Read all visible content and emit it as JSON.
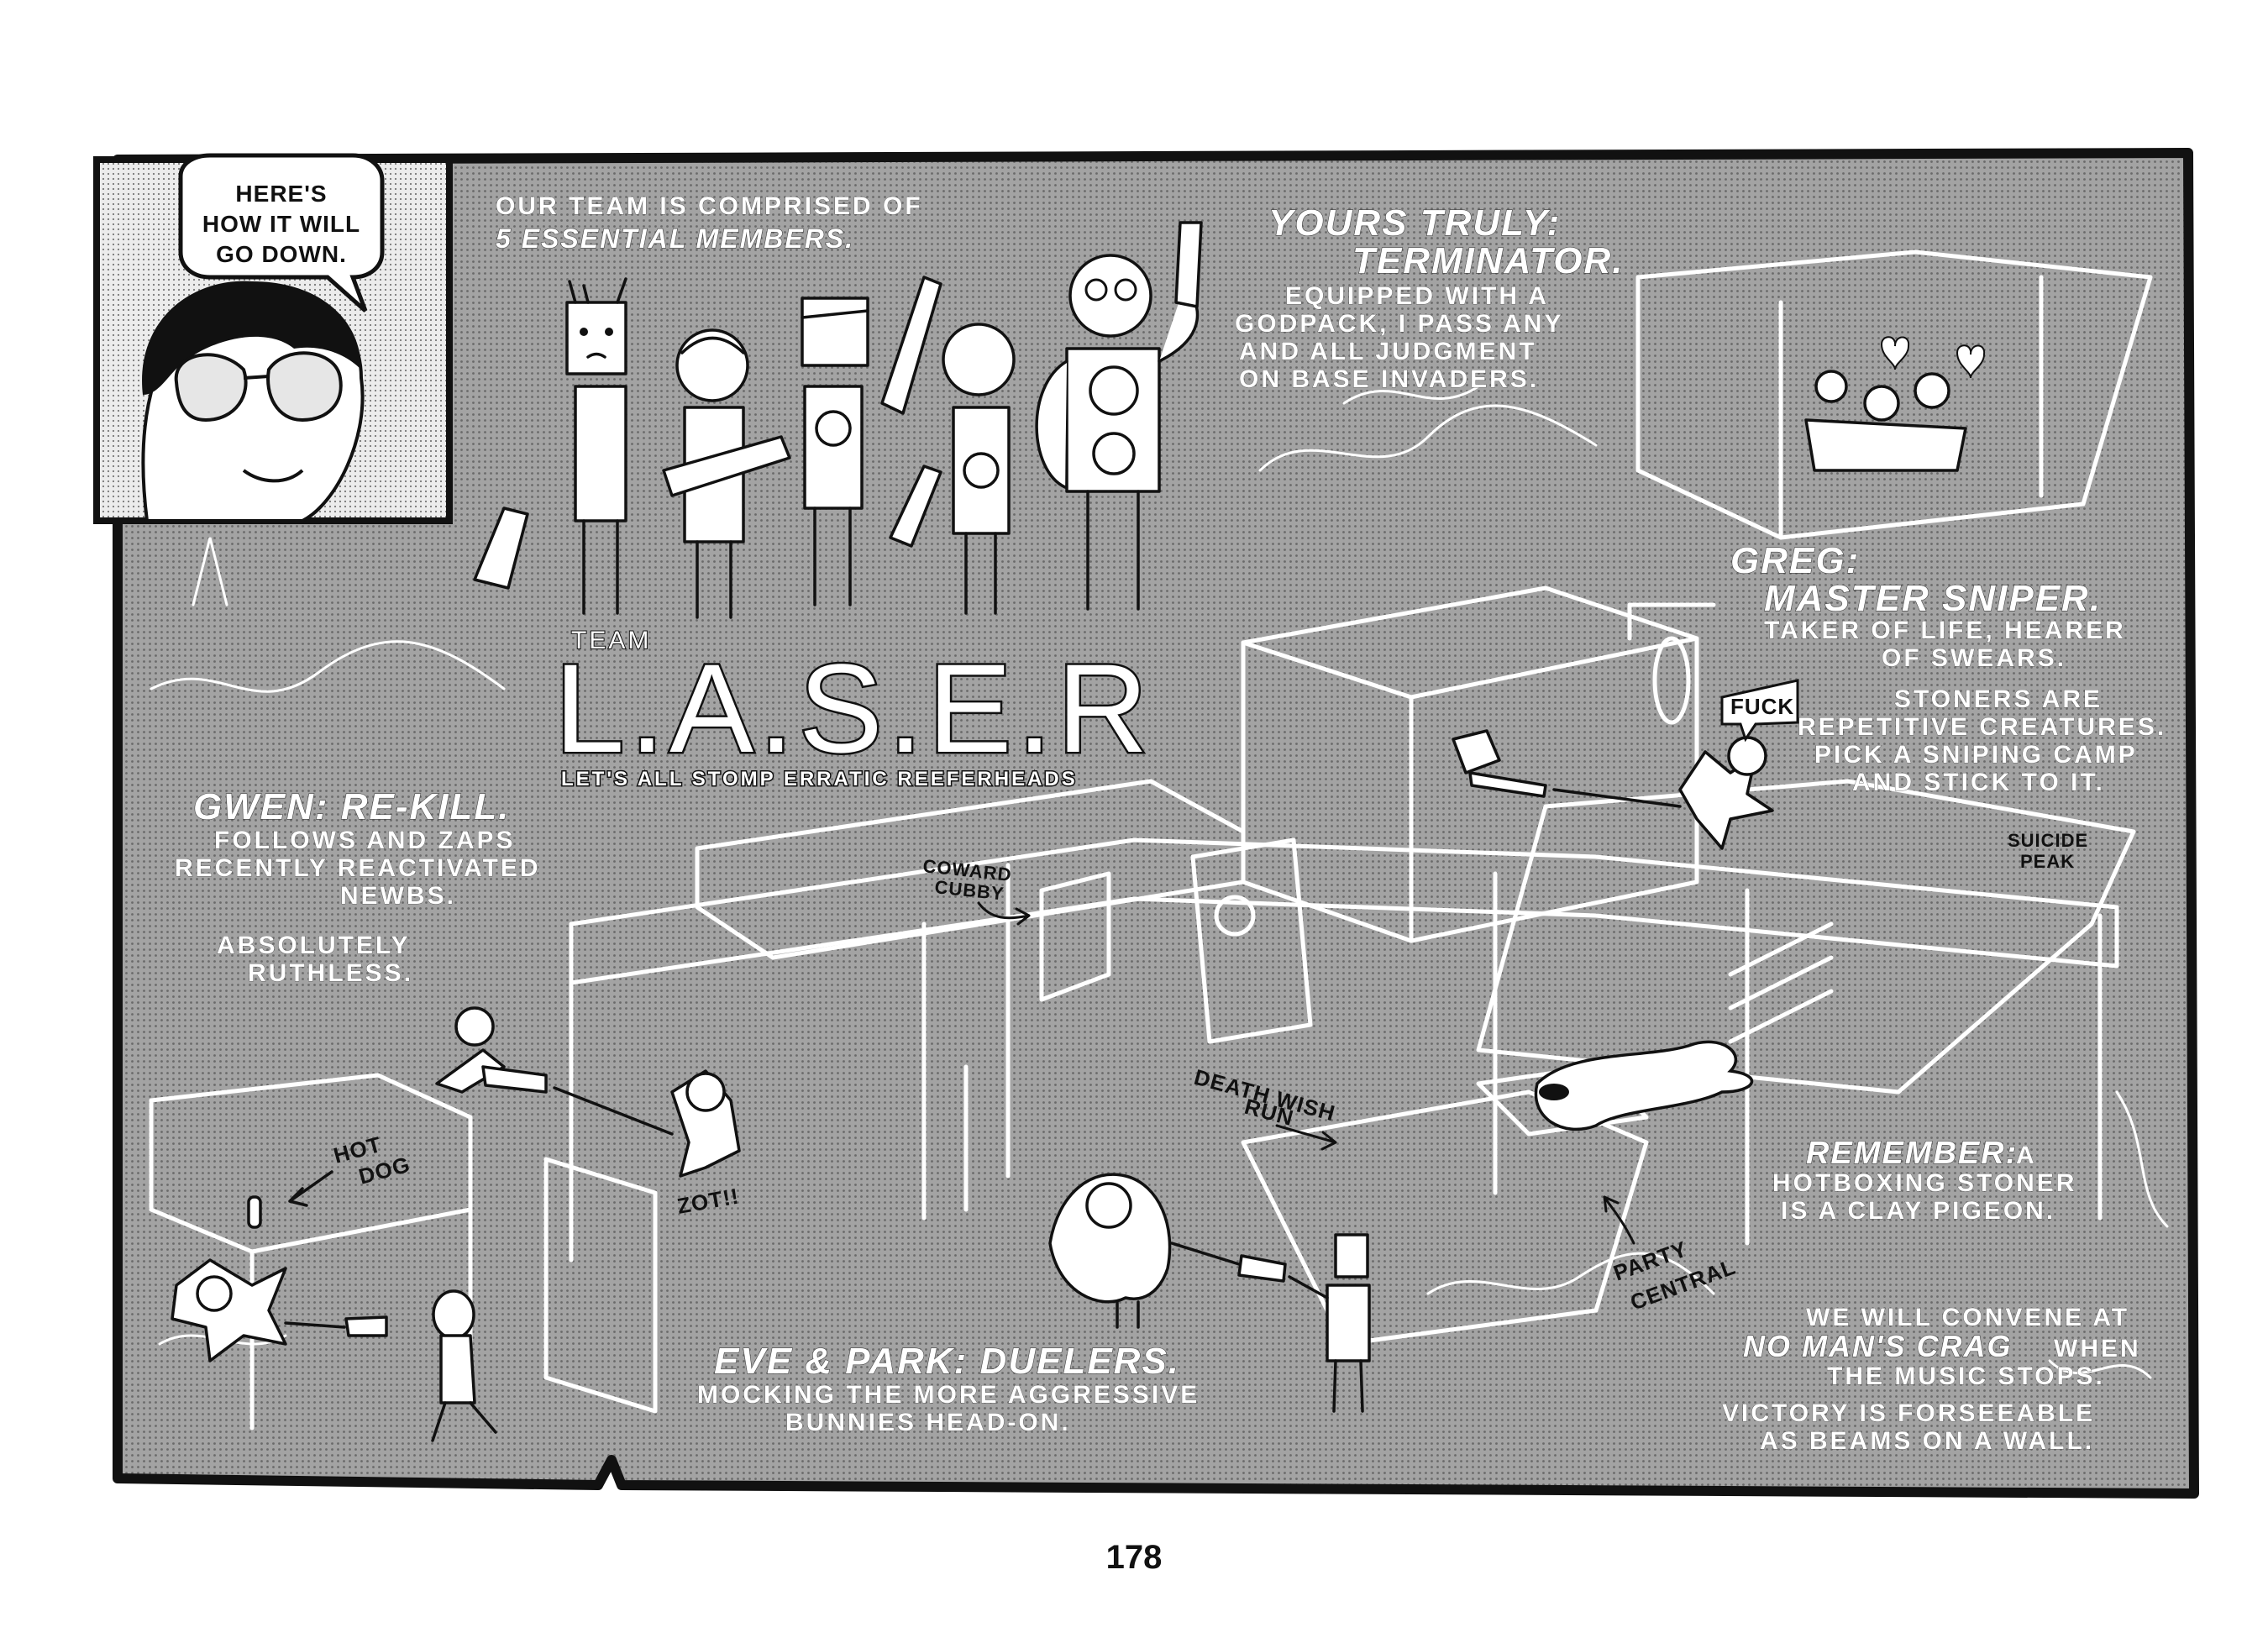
{
  "speech_bubble": {
    "line1": "HERE'S",
    "line2": "HOW IT WILL",
    "line3": "GO DOWN."
  },
  "intro": {
    "line1": "OUR TEAM IS COMPRISED OF",
    "line2": "5 ESSENTIAL MEMBERS."
  },
  "yours_truly": {
    "title1": "YOURS TRULY:",
    "title2": "TERMINATOR.",
    "lines": [
      "EQUIPPED WITH A",
      "GODPACK, I PASS ANY",
      "AND ALL JUDGMENT",
      "ON BASE INVADERS."
    ]
  },
  "team": {
    "prefix": "TEAM",
    "name": "L.A.S.E.R",
    "tagline": "LET'S ALL STOMP ERRATIC REEFERHEADS"
  },
  "greg": {
    "title1": "GREG:",
    "title2": "MASTER SNIPER.",
    "lines": [
      "TAKER OF LIFE, HEARER",
      "OF SWEARS."
    ],
    "tip": [
      "STONERS ARE",
      "REPETITIVE CREATURES.",
      "PICK A SNIPING CAMP",
      "AND STICK TO IT."
    ],
    "sfx": "FUCK"
  },
  "gwen": {
    "title": "GWEN: RE-KILL.",
    "lines": [
      "FOLLOWS AND ZAPS",
      "RECENTLY REACTIVATED",
      "NEWBS."
    ],
    "tip": [
      "ABSOLUTELY",
      "RUTHLESS."
    ]
  },
  "map_labels": {
    "coward_cubby": [
      "COWARD",
      "CUBBY"
    ],
    "suicide_peak": [
      "SUICIDE",
      "PEAK"
    ],
    "hot_dog": [
      "HOT",
      "DOG"
    ],
    "death_wish_run": [
      "DEATH WISH",
      "RUN"
    ],
    "party_central": [
      "PARTY",
      "CENTRAL"
    ],
    "zot": "ZOT!!"
  },
  "eve_park": {
    "title": "EVE & PARK: DUELERS.",
    "lines": [
      "MOCKING THE MORE AGGRESSIVE",
      "BUNNIES HEAD-ON."
    ]
  },
  "remember": {
    "title": "REMEMBER:",
    "rest": "A",
    "lines": [
      "HOTBOXING STONER",
      "IS A CLAY PIGEON."
    ]
  },
  "convene": {
    "line1": "WE WILL CONVENE AT",
    "place": "NO MAN'S CRAG",
    "line2_rest": "WHEN",
    "line3": "THE MUSIC STOPS.",
    "victory": [
      "VICTORY IS FORSEEABLE",
      "AS BEAMS ON A WALL."
    ]
  },
  "page_number": "178",
  "colors": {
    "panel_fill": "#9b9b9b",
    "ink": "#111111",
    "blueprint_line": "#ffffff",
    "page": "#ffffff"
  }
}
